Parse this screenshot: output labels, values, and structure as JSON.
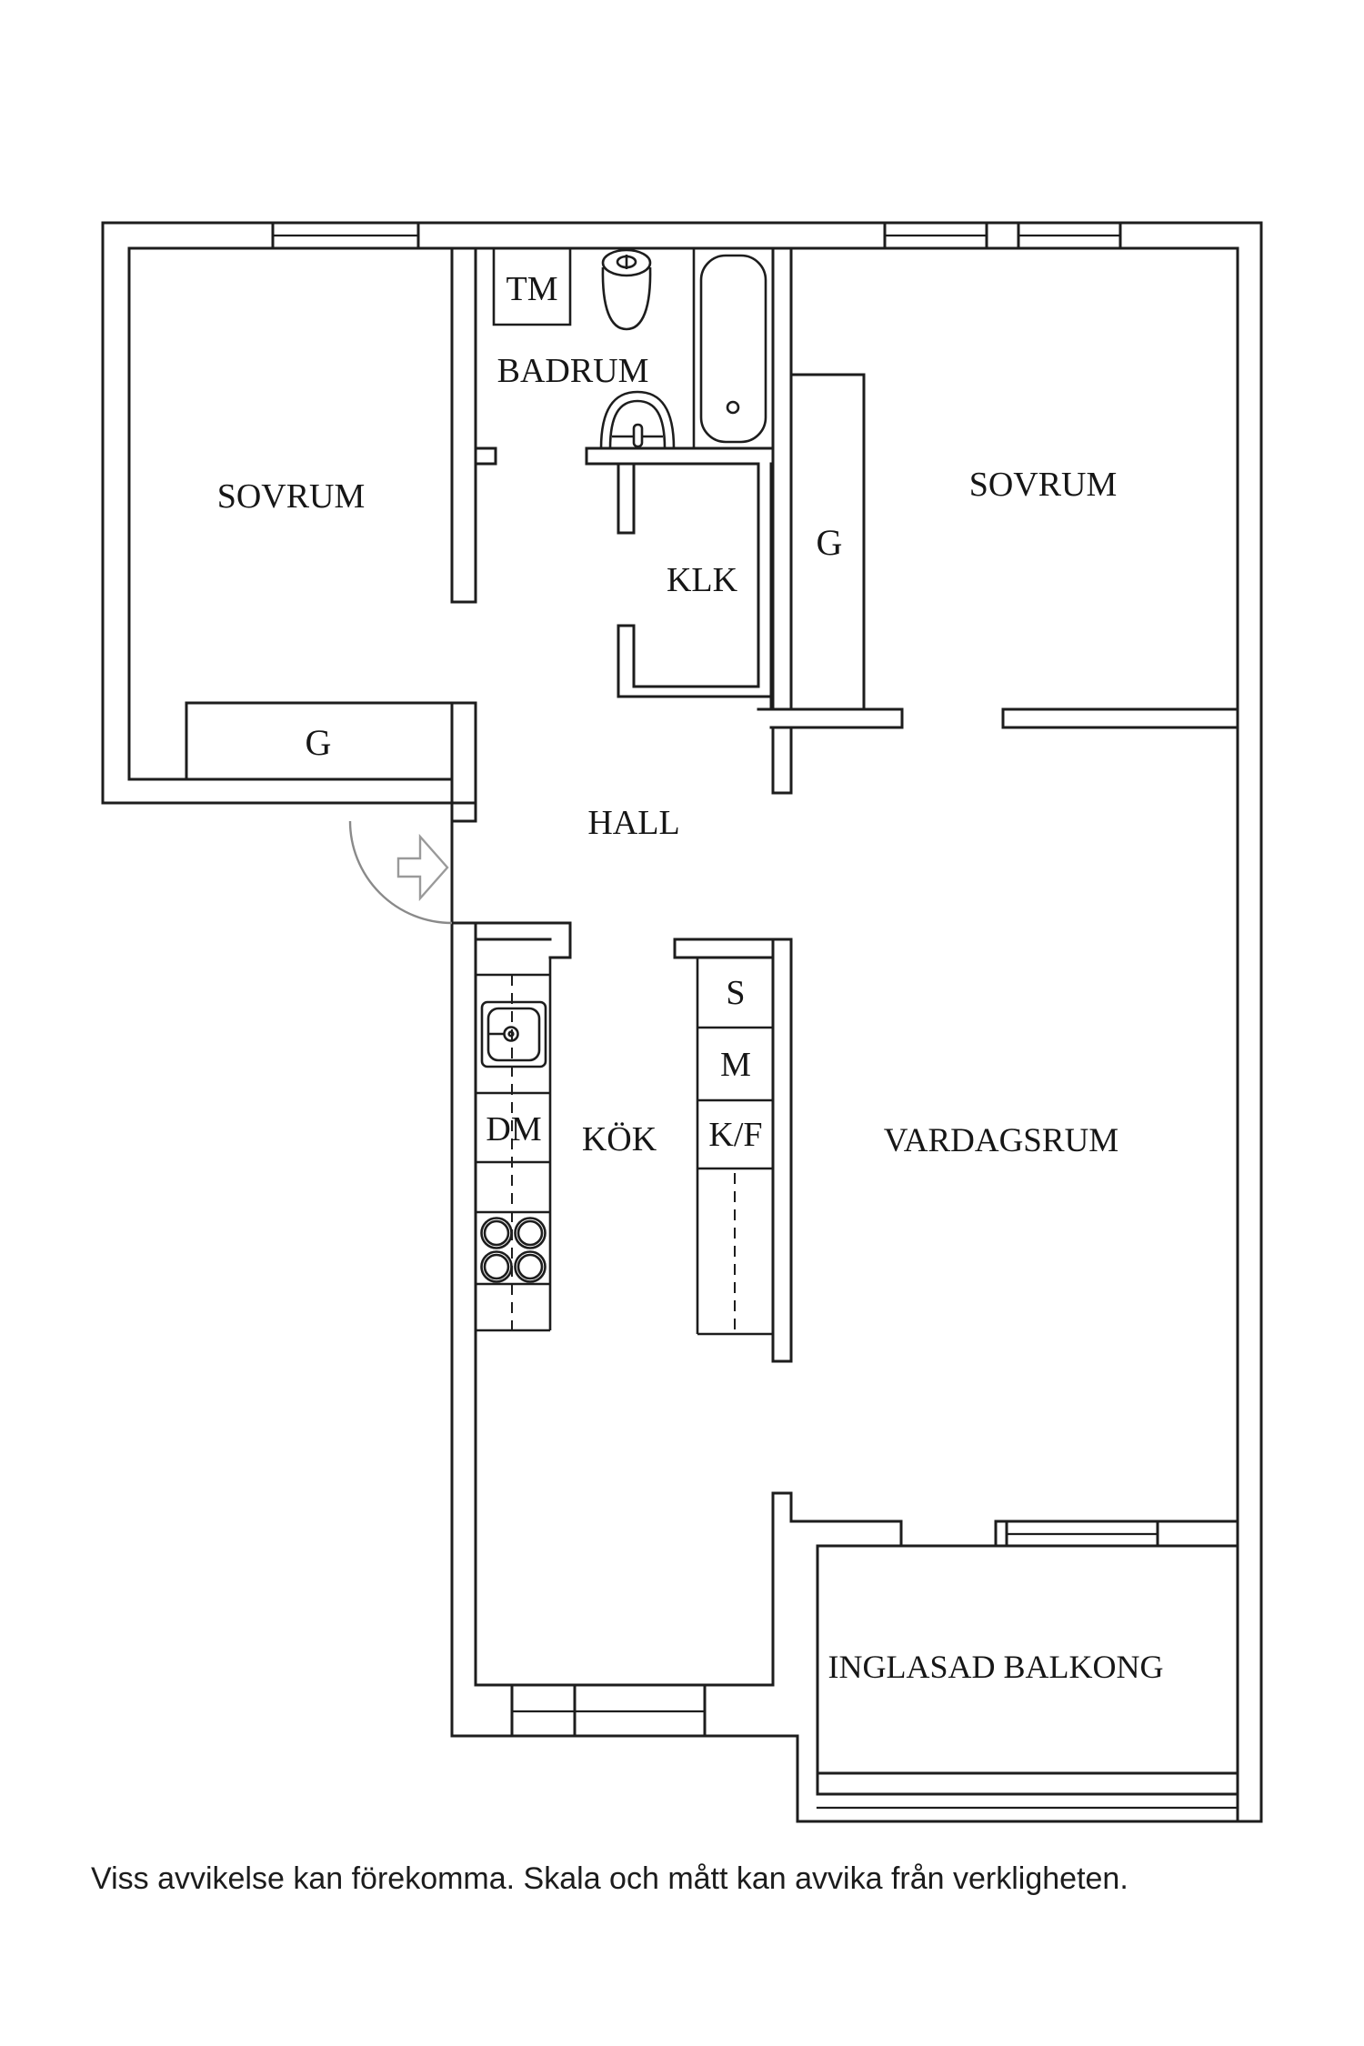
{
  "floorplan": {
    "rooms": {
      "sovrum_left": "SOVRUM",
      "sovrum_right": "SOVRUM",
      "badrum": "BADRUM",
      "klk": "KLK",
      "hall": "HALL",
      "kok": "KÖK",
      "vardagsrum": "VARDAGSRUM",
      "balkong": "INGLASAD BALKONG"
    },
    "fixtures": {
      "tm": "TM",
      "g_left": "G",
      "g_right": "G",
      "dm": "DM",
      "s": "S",
      "m": "M",
      "kf": "K/F"
    },
    "footer": {
      "text": "Viss avvikelse kan förekomma. Skala och mått kan avvika från verkligheten."
    },
    "colors": {
      "line": "#1d1d1d",
      "door_arc": "#8a8a8a",
      "arrow_outline": "#9a9a9a",
      "background": "#ffffff"
    }
  }
}
